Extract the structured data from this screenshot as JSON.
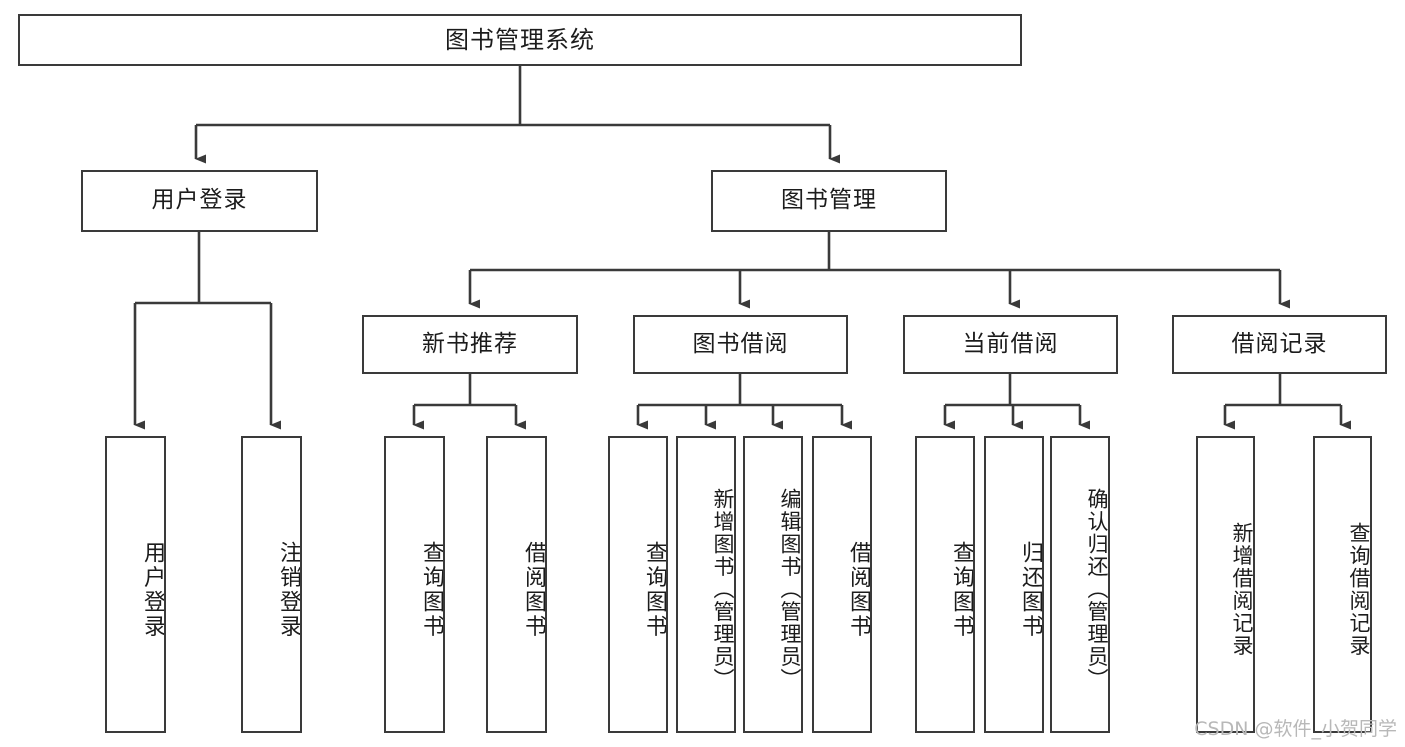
{
  "diagram": {
    "type": "tree",
    "title": "图书管理系统",
    "root": {
      "label": "图书管理系统"
    },
    "level2": [
      {
        "label": "用户登录"
      },
      {
        "label": "图书管理"
      }
    ],
    "level3": [
      {
        "label": "新书推荐"
      },
      {
        "label": "图书借阅"
      },
      {
        "label": "当前借阅"
      },
      {
        "label": "借阅记录"
      }
    ],
    "leaves": {
      "user_login": [
        {
          "label": "用户登录"
        },
        {
          "label": "注销登录"
        }
      ],
      "new_book_recommend": [
        {
          "label": "查询图书"
        },
        {
          "label": "借阅图书"
        }
      ],
      "book_borrow": [
        {
          "label": "查询图书"
        },
        {
          "label": "新增图书（管理员）"
        },
        {
          "label": "编辑图书（管理员）"
        },
        {
          "label": "借阅图书"
        }
      ],
      "current_borrow": [
        {
          "label": "查询图书"
        },
        {
          "label": "归还图书"
        },
        {
          "label": "确认归还（管理员）"
        }
      ],
      "borrow_record": [
        {
          "label": "新增借阅记录"
        },
        {
          "label": "查询借阅记录"
        }
      ]
    },
    "colors": {
      "stroke": "#3a3a3a",
      "text": "#1c1c1c",
      "background": "#ffffff",
      "watermark": "#b8b8b8"
    }
  },
  "watermark": {
    "text": "CSDN @软件_小贺同学"
  }
}
